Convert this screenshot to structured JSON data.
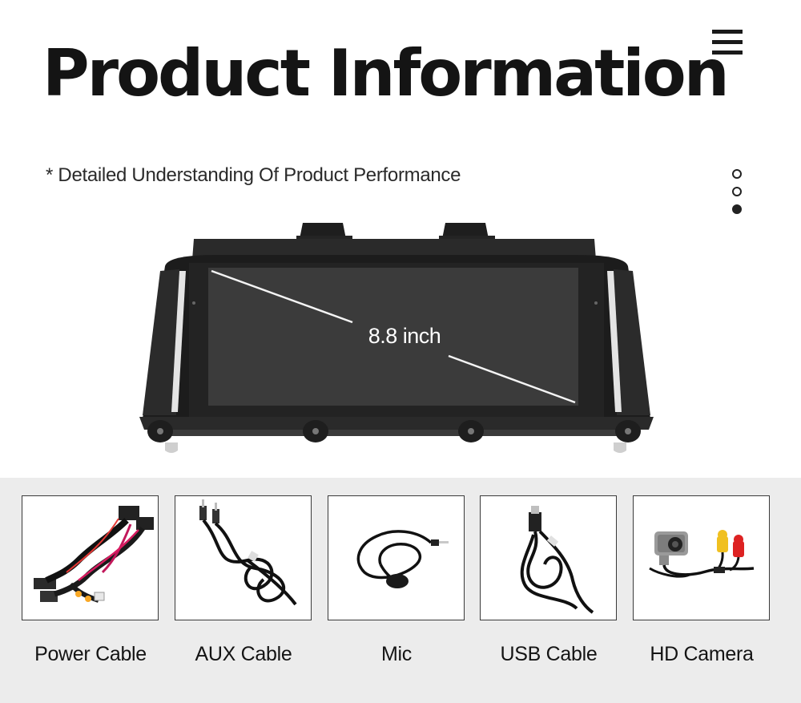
{
  "header": {
    "title": "Product Information",
    "subtitle": "* Detailed Understanding Of Product Performance"
  },
  "pager": {
    "count": 3,
    "active_index": 2
  },
  "device": {
    "screen_size_label": "8.8 inch"
  },
  "accessories": [
    {
      "label": "Power Cable"
    },
    {
      "label": "AUX Cable"
    },
    {
      "label": "Mic"
    },
    {
      "label": "USB Cable"
    },
    {
      "label": "HD Camera"
    }
  ],
  "colors": {
    "background": "#ffffff",
    "panel_background": "#ececec",
    "title": "#141414",
    "screen": "#3b3b3b",
    "bezel": "#1c1c1c"
  },
  "icons": [
    "menu-icon",
    "pager-dot-icon"
  ]
}
